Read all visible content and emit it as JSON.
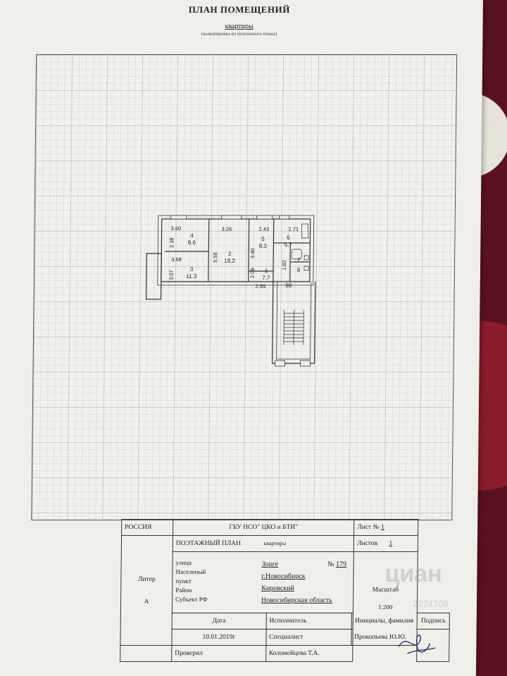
{
  "header": {
    "title": "ПЛАН ПОМЕЩЕНИЙ",
    "subtitle": "квартиры",
    "note": "(выкопировка из поэтажного плана)"
  },
  "plan": {
    "dims": [
      "3.60",
      "2.38",
      "3.68",
      "3.07",
      "3.26",
      "5.58",
      "2.43",
      "3.40",
      "2.09",
      "2.85",
      "2.71",
      "1.82"
    ],
    "rooms": [
      {
        "num": "4",
        "area": "8.6"
      },
      {
        "num": "3",
        "area": "11.3"
      },
      {
        "num": "2",
        "area": "18.2"
      },
      {
        "num": "5",
        "area": "8.3"
      },
      {
        "num": "1",
        "area": "7.7"
      },
      {
        "num": "6",
        "area": "5.7"
      },
      {
        "num": "7",
        "area": ""
      },
      {
        "num": "8",
        "area": ""
      },
      {
        "num": "98",
        "area": ""
      }
    ]
  },
  "stamp": {
    "country": "РОССИЯ",
    "org": "ГБУ НСО\" ЦКО и БТИ\"",
    "sheet_no_label": "Лист №",
    "sheet_no": "1",
    "plan_title": "ПОЭТАЖНЫЙ ПЛАН",
    "plan_kind": "квартиры",
    "sheets_label": "Листов",
    "sheets": "1",
    "liter_label": "Литер",
    "liter": "А",
    "street_label": "улица",
    "street": "Зорге",
    "num_label": "№",
    "num": "179",
    "locality_label": "Населеный пункт",
    "locality": "г.Новосибирск",
    "scale_label": "Масштаб",
    "scale": "1:200",
    "district_label": "Район",
    "district": "Кировский",
    "subject_label": "Субъект РФ",
    "subject": "Новосибирская область",
    "date_label": "Дата",
    "executor_label": "Исполнитель",
    "initials_label": "Инициалы, фамилия",
    "signature_label": "Подпись",
    "date": "10.01.2019г",
    "specialist_label": "Специалист",
    "specialist": "Прокопьева Ю.Ю.",
    "checked_label": "Проверил",
    "checked": "Коломейцева Т.А."
  },
  "watermark": {
    "text": "циан",
    "id": "2274708"
  }
}
